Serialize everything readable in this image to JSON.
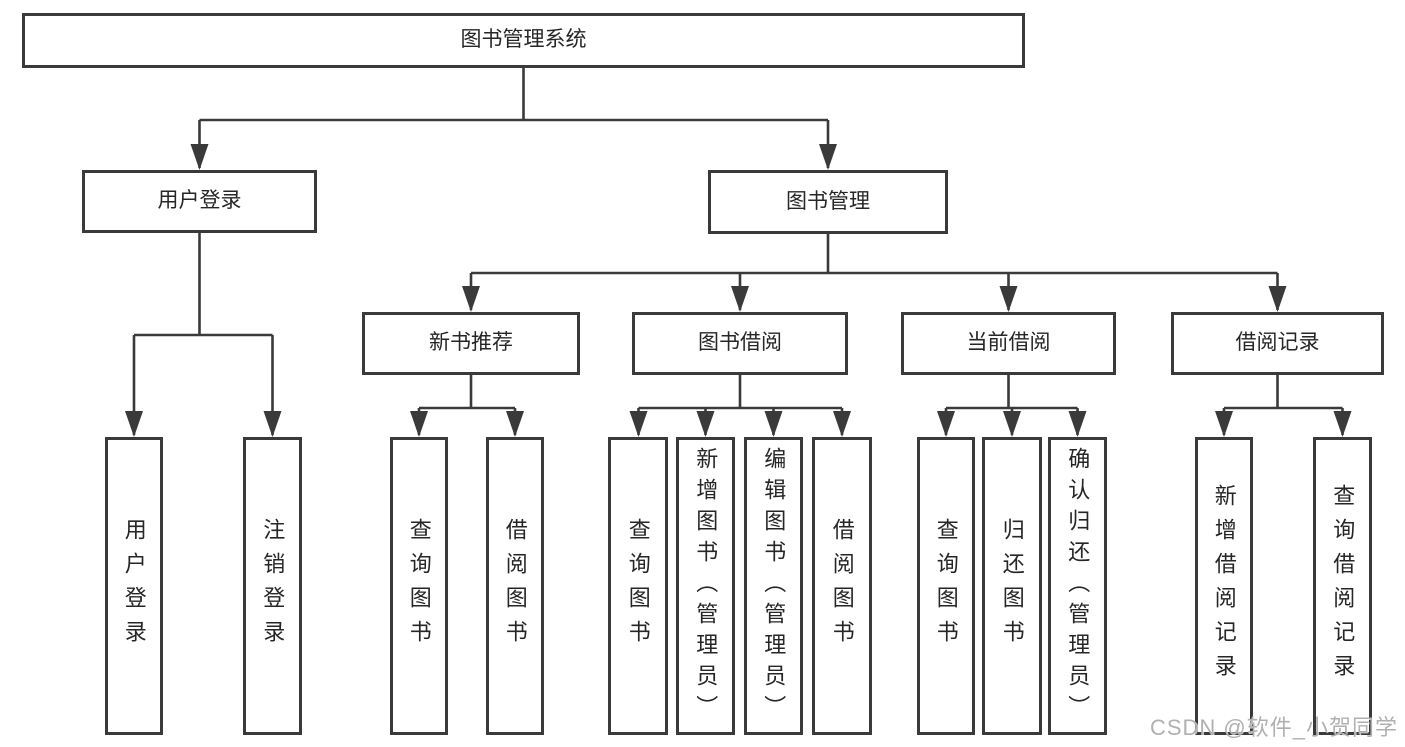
{
  "nodes": {
    "root": "图书管理系统",
    "level2": [
      "用户登录",
      "图书管理"
    ],
    "level3": [
      "新书推荐",
      "图书借阅",
      "当前借阅",
      "借阅记录"
    ],
    "leaves": [
      "用户登录",
      "注销登录",
      "查询图书",
      "借阅图书",
      "查询图书",
      "新增图书（管理员）",
      "编辑图书（管理员）",
      "借阅图书",
      "查询图书",
      "归还图书",
      "确认归还（管理员）",
      "新增借阅记录",
      "查询借阅记录"
    ]
  },
  "watermark": "CSDN @软件_小贺同学",
  "colors": {
    "line": "#3a3a3a",
    "text": "#262626",
    "node_background": "#ffffff",
    "page_background": "#ffffff",
    "watermark": "#b0b0b0"
  }
}
